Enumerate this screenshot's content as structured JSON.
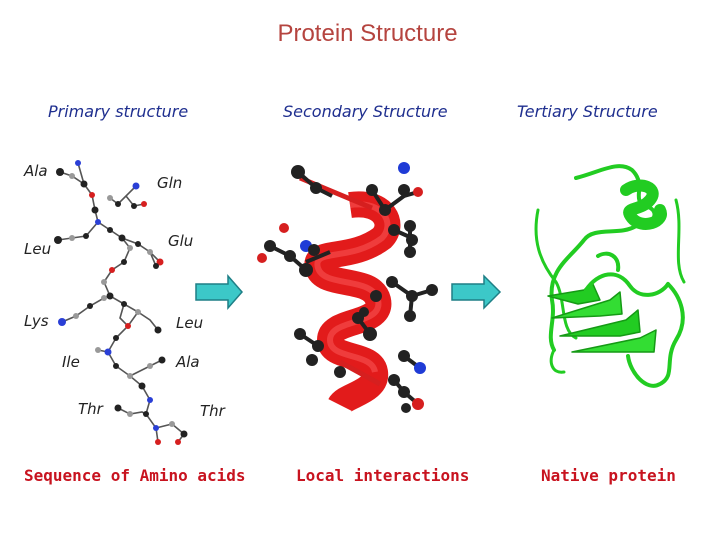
{
  "title": "Protein Structure",
  "headings": {
    "primary": "Primary structure",
    "secondary": "Secondary Structure",
    "tertiary": "Tertiary Structure"
  },
  "amino_acids": {
    "ala1": "Ala",
    "gln": "Gln",
    "leu1": "Leu",
    "glu": "Glu",
    "lys": "Lys",
    "leu2": "Leu",
    "ile": "Ile",
    "ala2": "Ala",
    "thr1": "Thr",
    "thr2": "Thr"
  },
  "footer": {
    "primary": "Sequence of Amino acids",
    "secondary": "Local interactions",
    "tertiary": "Native protein"
  },
  "colors": {
    "title": "#b5443f",
    "heading": "#1f2f8f",
    "footer": "#c8131f",
    "arrow": "#3cc8c8",
    "helix": "#e21b1b",
    "protein": "#22cc22",
    "nitrogen": "#1f3bd6",
    "oxygen": "#d61f1f",
    "carbon": "#222222"
  }
}
